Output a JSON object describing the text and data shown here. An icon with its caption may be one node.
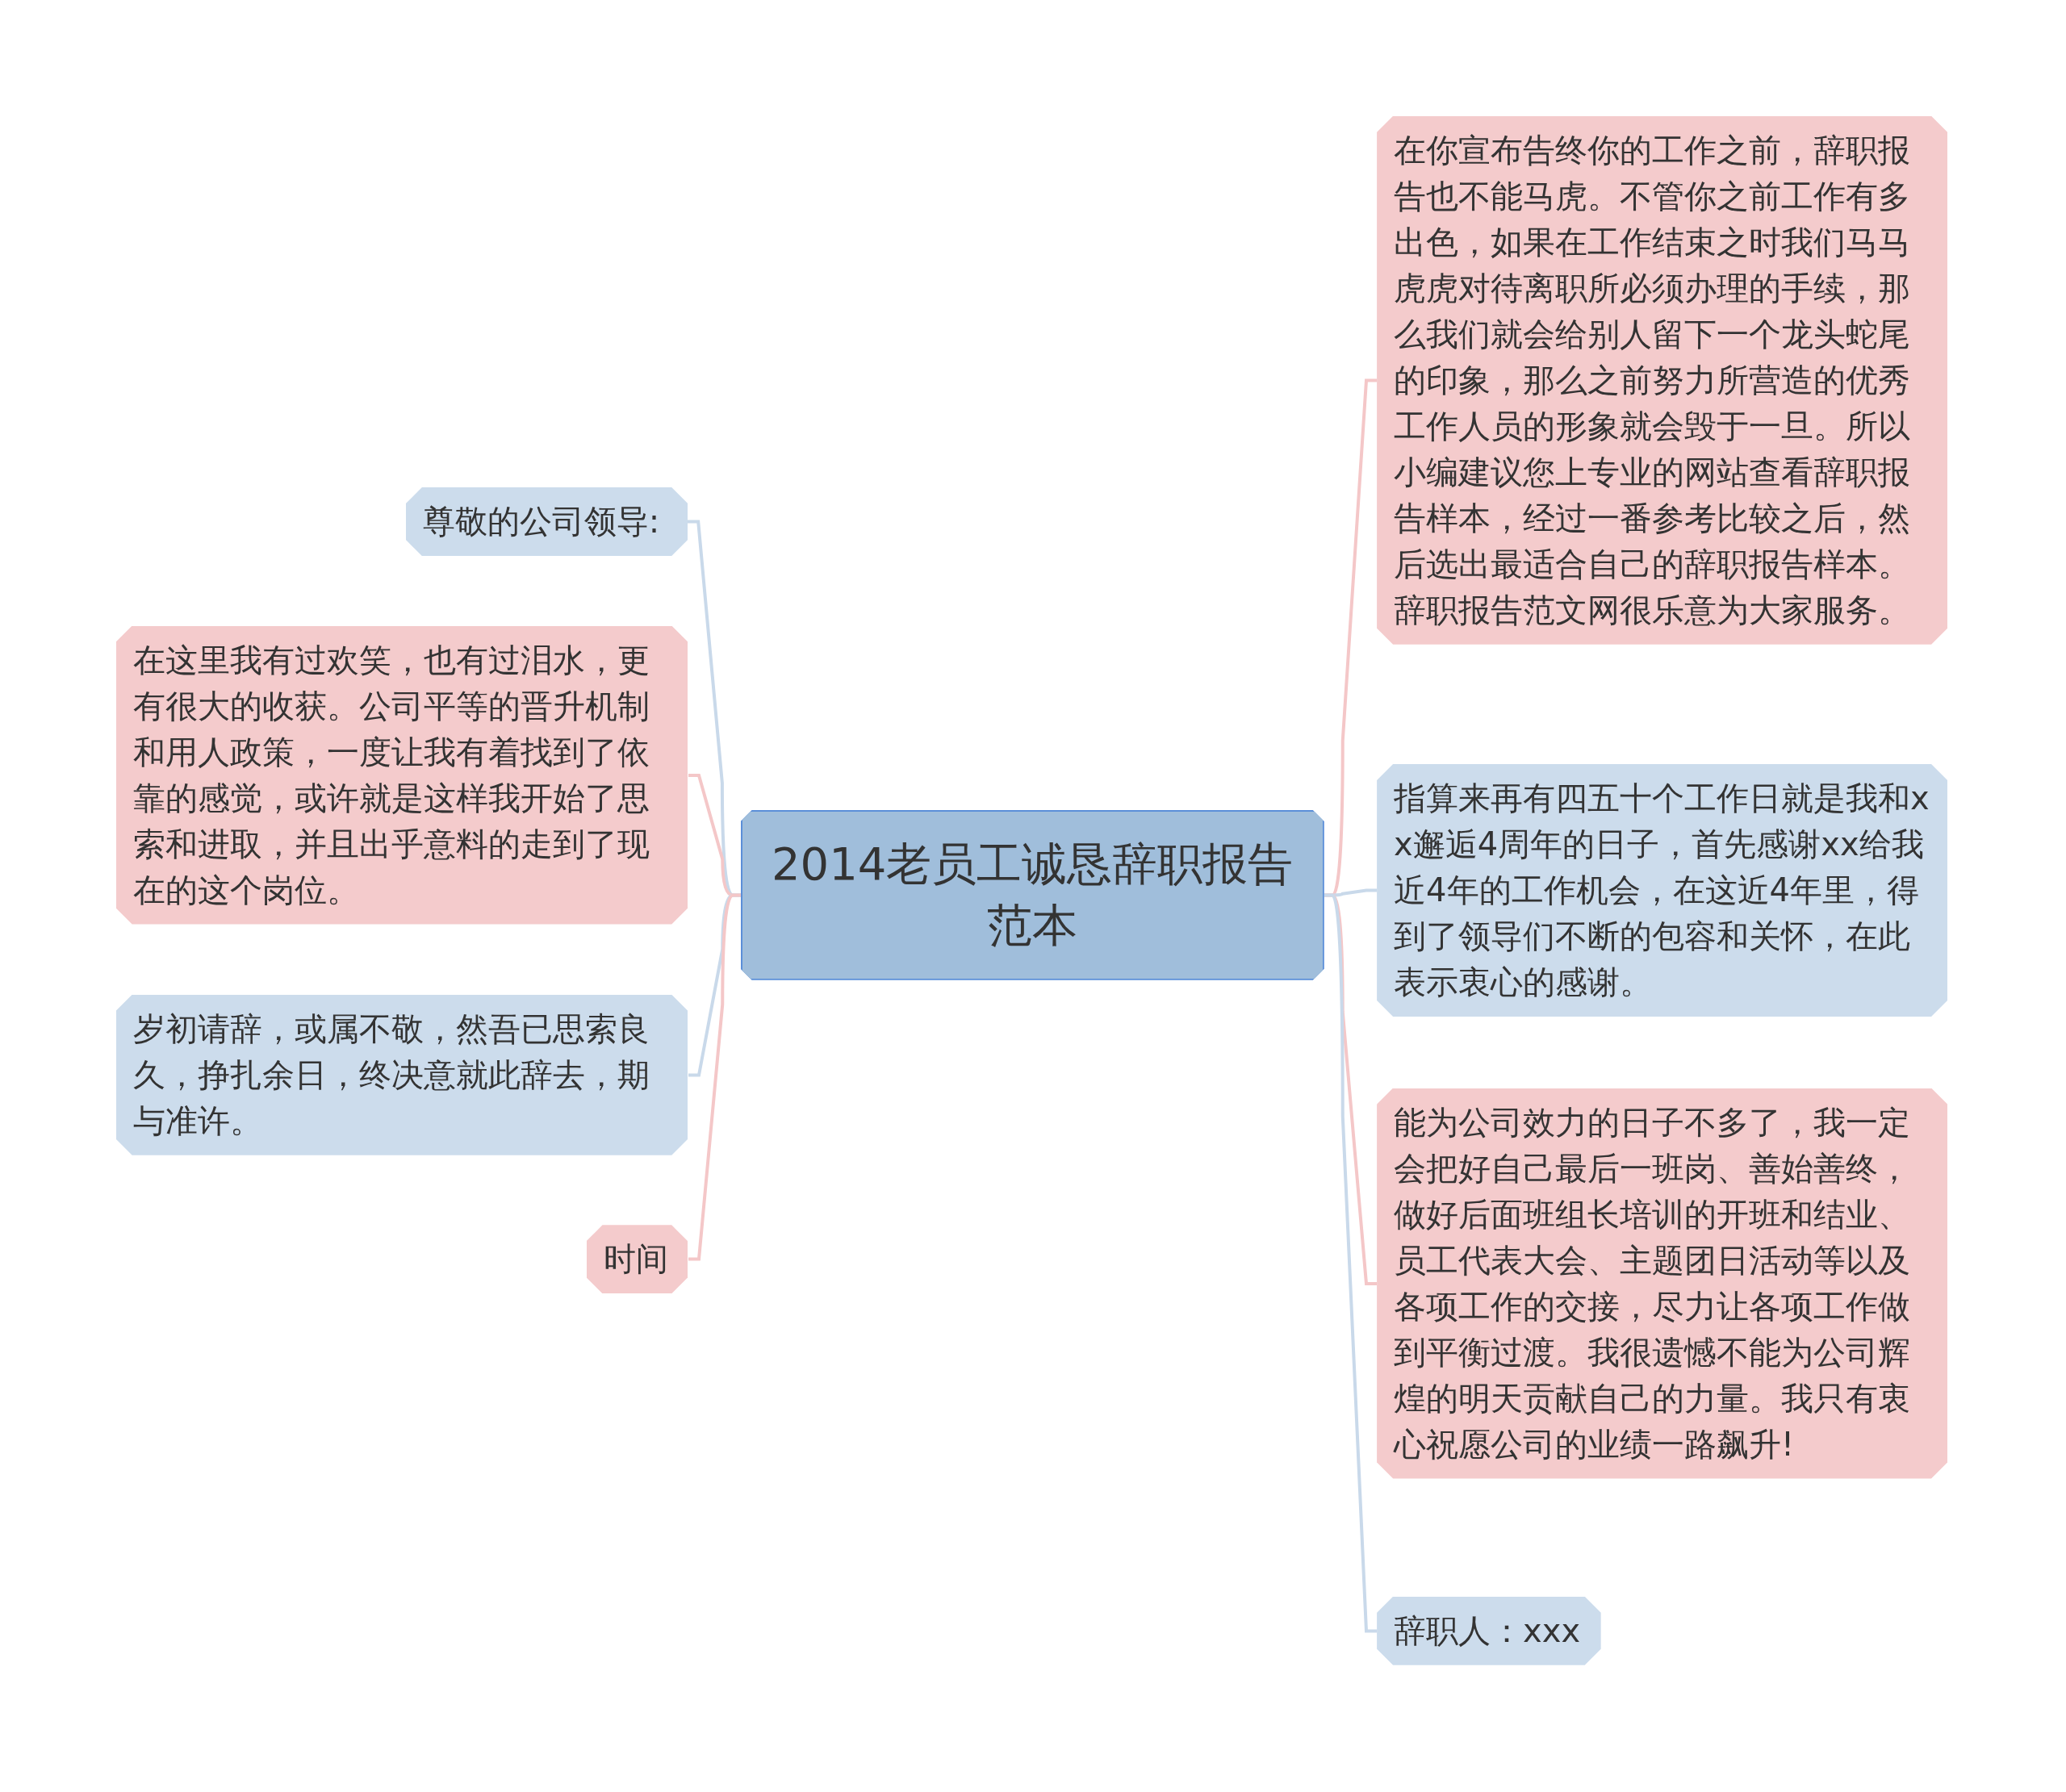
{
  "diagram": {
    "nodes": [
      {
        "text": [
          "2014老员工诚恳辞职报告范本"
        ]
      },
      {
        "text": [
          "尊敬的公司领导:"
        ]
      },
      {
        "text": [
          "在这里我有过欢笑，也有过泪水，更有很大的收获。公司平等的晋升机制和用人政策，一度让我有着找到了依靠的感觉，或许就是这样我开始了思索和进取，并且出乎意料的走到了现在的这个岗位。"
        ]
      },
      {
        "text": [
          "岁初请辞，或属不敬，然吾已思索良久，挣扎余日，终决意就此辞去，期与准许。"
        ]
      },
      {
        "text": [
          "时间"
        ]
      },
      {
        "text": [
          "在你宣布告终你的工作之前，辞职报告也不能马虎。不管你之前工作有多出色，如果在工作结束之时我们马马虎虎对待离职所必须办理的手续，那么我们就会给别人留下一个龙头蛇尾的印象，那么之前努力所营造的优秀工作人员的形象就会毁于一旦。所以小编建议您上专业的网站查看辞职报告样本，经过一番参考比较之后，然后选出最适合自己的辞职报告样本。辞职报告范文网很乐意为大家服务。"
        ]
      },
      {
        "text": [
          "指算来再有四五十个工作日就是我和xx邂逅4周年的日子，首先感谢xx给我近4年的工作机会，在这近4年里，得到了领导们不断的包容和关怀，在此表示衷心的感谢。"
        ]
      },
      {
        "text": [
          "能为公司效力的日子不多了，我一定会把好自己最后一班岗、善始善终，做好后面班组长培训的开班和结业、员工代表大会、主题团日活动等以及各项工作的交接，尽力让各项工作做到平衡过渡。我很遗憾不能为公司辉煌的明天贡献自己的力量。我只有衷心祝愿公司的业绩一路飙升!"
        ]
      },
      {
        "text": [
          "辞职人：xxx"
        ]
      }
    ],
    "edges": [
      {
        "from": 0,
        "to": 1,
        "arrow": "none",
        "color": "#c9d9ea"
      },
      {
        "from": 0,
        "to": 2,
        "arrow": "none",
        "color": "#f4c7c8"
      },
      {
        "from": 0,
        "to": 3,
        "arrow": "none",
        "color": "#c9d9ea"
      },
      {
        "from": 0,
        "to": 4,
        "arrow": "none",
        "color": "#f4c7c8"
      },
      {
        "from": 0,
        "to": 5,
        "arrow": "none",
        "color": "#f4c7c8"
      },
      {
        "from": 0,
        "to": 6,
        "arrow": "none",
        "color": "#c9d9ea"
      },
      {
        "from": 0,
        "to": 7,
        "arrow": "none",
        "color": "#f4c7c8"
      },
      {
        "from": 0,
        "to": 8,
        "arrow": "none",
        "color": "#c9d9ea"
      }
    ]
  }
}
